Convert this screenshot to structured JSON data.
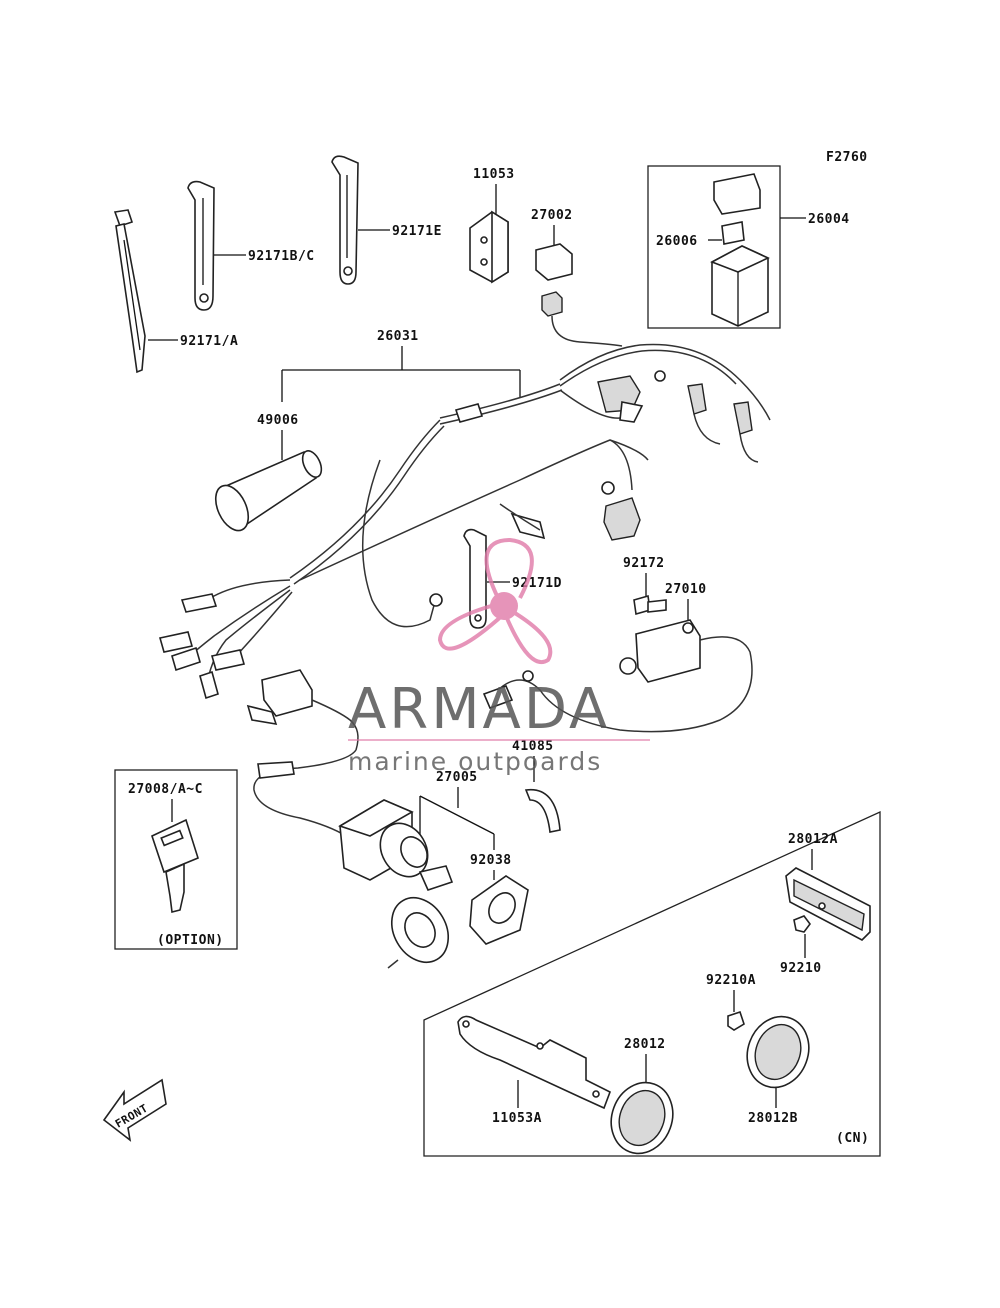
{
  "figure_code": "F2760",
  "labels": {
    "p92171A": "92171/A",
    "p92171BC": "92171B/C",
    "p92171E": "92171E",
    "p11053": "11053",
    "p27002": "27002",
    "p26004": "26004",
    "p26006": "26006",
    "p26031": "26031",
    "p49006": "49006",
    "p92171D": "92171D",
    "p92172": "92172",
    "p27010": "27010",
    "p41085": "41085",
    "p27005": "27005",
    "p92038": "92038",
    "p27008": "27008/A~C",
    "option": "(OPTION)",
    "p28012A": "28012A",
    "p92210": "92210",
    "p92210A": "92210A",
    "p28012": "28012",
    "p11053A": "11053A",
    "p28012B": "28012B",
    "cn": "(CN)",
    "front": "FRONT"
  },
  "watermark": {
    "brand": "ARMADA",
    "tagline": "marine outpoards",
    "logo_color": "#e07aa8"
  }
}
